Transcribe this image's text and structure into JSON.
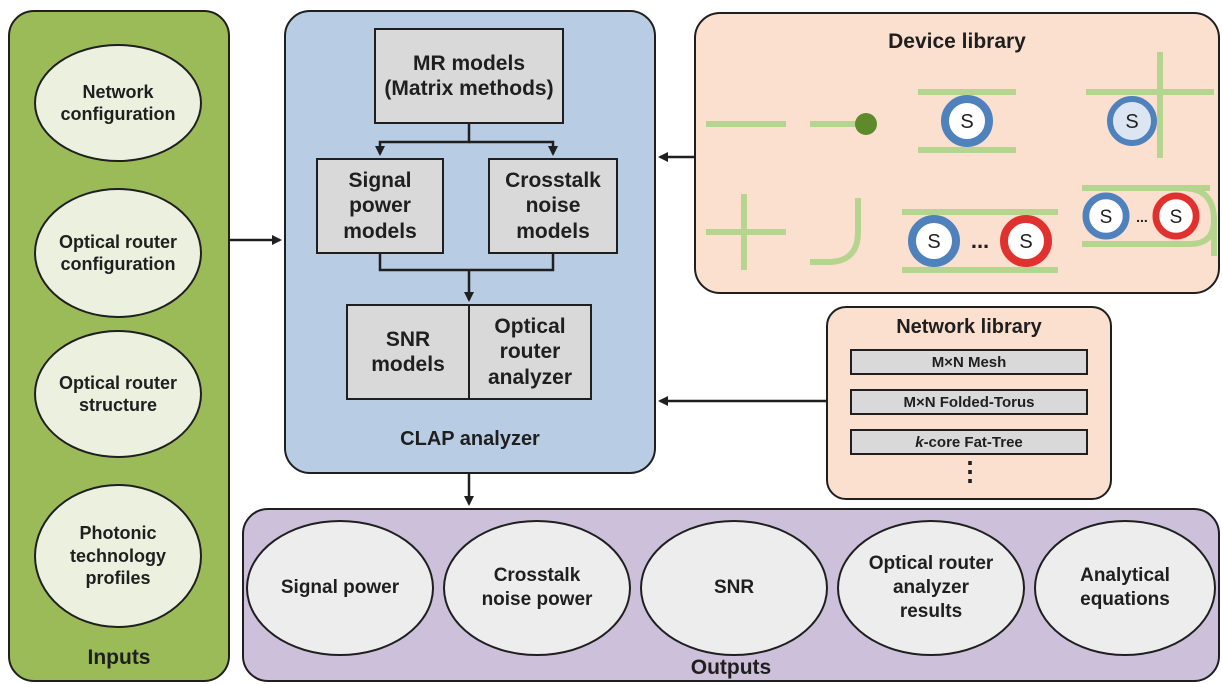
{
  "inputs": {
    "title": "Inputs",
    "items": [
      "Network\nconfiguration",
      "Optical router\nconfiguration",
      "Optical router\nstructure",
      "Photonic\ntechnology\nprofiles"
    ]
  },
  "analyzer": {
    "title": "CLAP analyzer",
    "mr_models": "MR models\n(Matrix methods)",
    "signal_power_models": "Signal\npower\nmodels",
    "crosstalk_noise_models": "Crosstalk\nnoise\nmodels",
    "snr_models": "SNR\nmodels",
    "optical_router_analyzer": "Optical\nrouter\nanalyzer"
  },
  "device_library": {
    "title": "Device library",
    "ring_label": "S",
    "dots": "..."
  },
  "network_library": {
    "title": "Network library",
    "items": [
      {
        "prefix": "",
        "text": "M×N Mesh"
      },
      {
        "prefix": "",
        "text": "M×N Folded-Torus"
      },
      {
        "prefix": "k",
        "text": "-core Fat-Tree"
      }
    ],
    "more": "⋮"
  },
  "outputs": {
    "title": "Outputs",
    "items": [
      "Signal power",
      "Crosstalk\nnoise power",
      "SNR",
      "Optical router\nanalyzer\nresults",
      "Analytical\nequations"
    ]
  },
  "colors": {
    "inputs_bg": "#9bbb59",
    "analyzer_bg": "#b8cce4",
    "device_bg": "#fbe0cf",
    "outputs_bg": "#ccc0da",
    "ellipse_bg": "#ebf1de",
    "output_ellipse_bg": "#ededed",
    "waveguide": "#b5d58e",
    "ring_blue": "#4f81bd",
    "ring_red": "#e0312f",
    "photodetector": "#5e8a2c"
  }
}
